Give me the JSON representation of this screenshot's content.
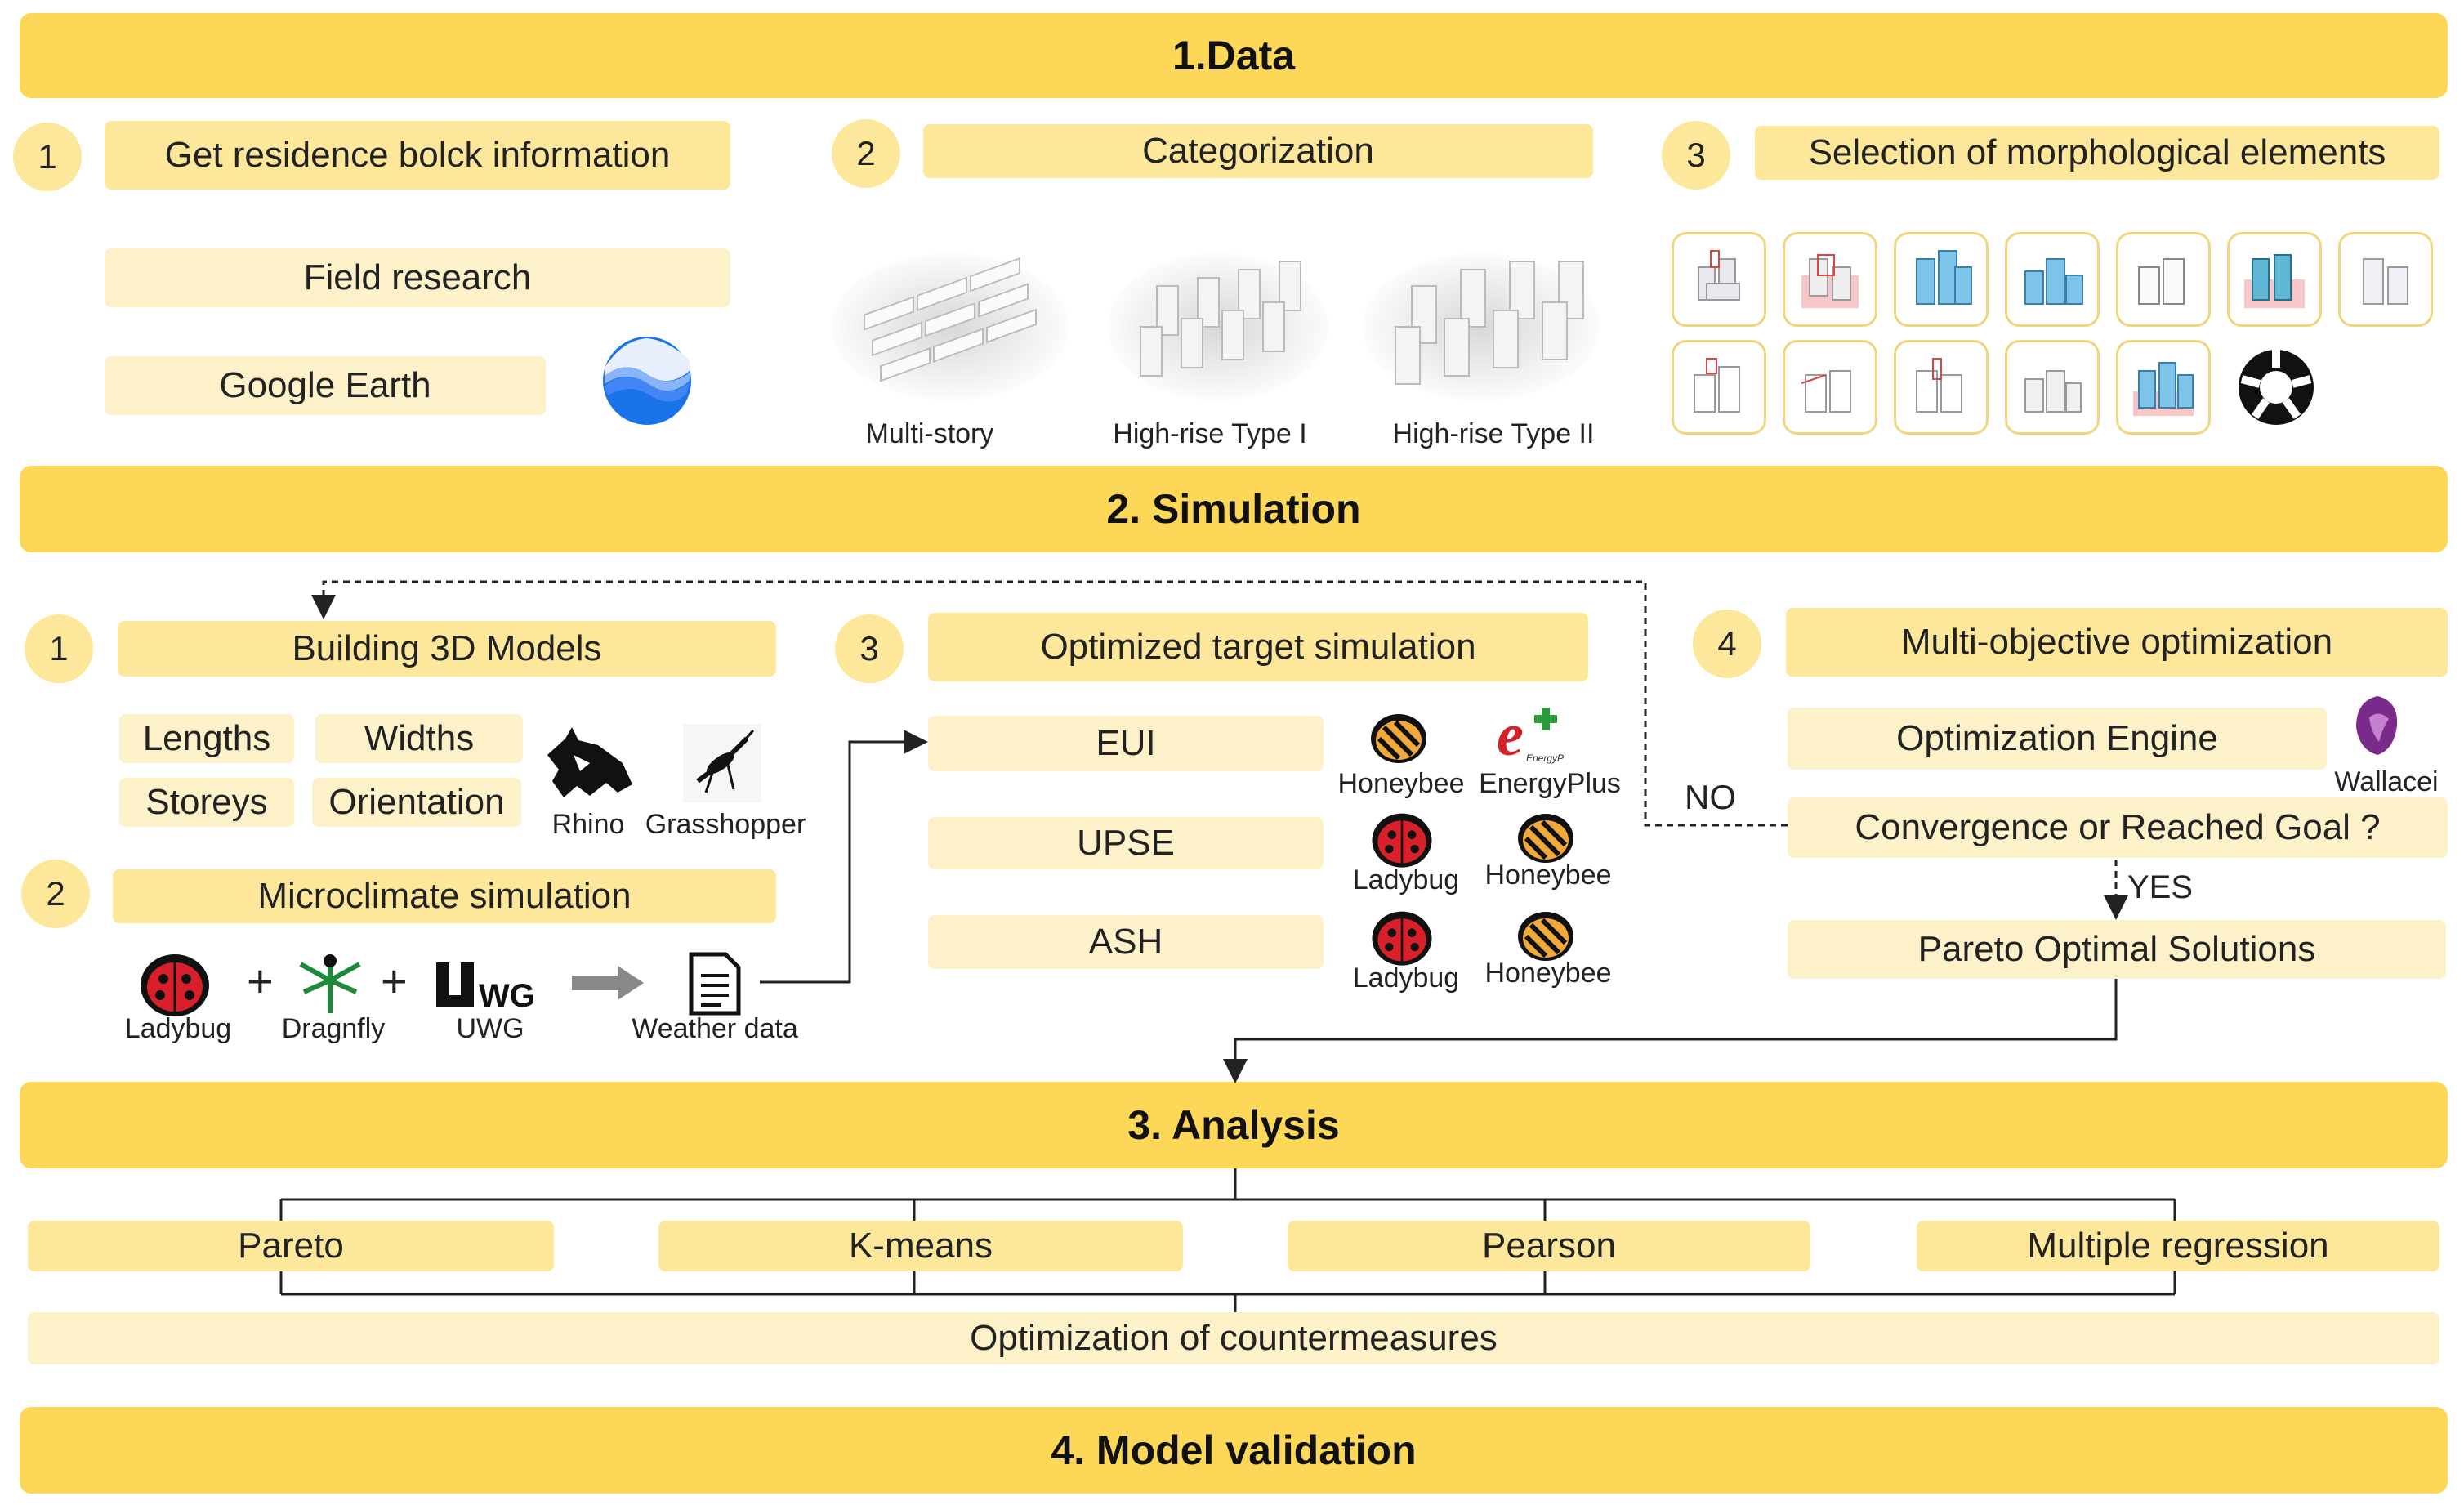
{
  "colors": {
    "banner": "#fcd758",
    "box": "#fde79a",
    "light_box": "#fdf1c9"
  },
  "sections": {
    "data": "1.Data",
    "simulation": "2. Simulation",
    "analysis": "3. Analysis",
    "validation": "4. Model validation"
  },
  "data": {
    "step1": {
      "num": "1",
      "title": "Get residence bolck information",
      "items": [
        "Field research",
        "Google Earth"
      ],
      "icon": "google-earth-icon"
    },
    "step2": {
      "num": "2",
      "title": "Categorization",
      "types": [
        "Multi-story",
        "High-rise Type I",
        "High-rise Type II"
      ]
    },
    "step3": {
      "num": "3",
      "title": "Selection of morphological elements",
      "tile_icons": [
        "block-model-icon",
        "red-block-model-icon",
        "blue-tower-icon",
        "blue-cluster-icon",
        "white-block-icon",
        "teal-tower-icon",
        "gray-block-icon",
        "outline-block-icon",
        "red-outline-block-icon",
        "grid-outline-icon",
        "gray-outline-icon",
        "blue-tower-small-icon",
        "radiance-dial-icon"
      ]
    }
  },
  "simulation": {
    "step1": {
      "num": "1",
      "title": "Building 3D Models",
      "params": [
        "Lengths",
        "Widths",
        "Storeys",
        "Orientation"
      ],
      "tools": [
        "Rhino",
        "Grasshopper"
      ]
    },
    "step2": {
      "num": "2",
      "title": "Microclimate simulation",
      "tools": [
        "Ladybug",
        "Dragnfly",
        "UWG"
      ],
      "output": "Weather data",
      "plus": "+"
    },
    "step3": {
      "num": "3",
      "title": "Optimized target simulation",
      "targets": [
        "EUI",
        "UPSE",
        "ASH"
      ],
      "tools": [
        [
          "Honeybee",
          "EnergyPlus"
        ],
        [
          "Ladybug",
          "Honeybee"
        ],
        [
          "Ladybug",
          "Honeybee"
        ]
      ]
    },
    "step4": {
      "num": "4",
      "title": "Multi-objective optimization",
      "engine": "Optimization Engine",
      "engine_tool": "Wallacei",
      "check": "Convergence or Reached Goal ?",
      "no": "NO",
      "yes": "YES",
      "result": "Pareto Optimal Solutions"
    }
  },
  "analysis": {
    "methods": [
      "Pareto",
      "K-means",
      "Pearson",
      "Multiple regression"
    ],
    "output": "Optimization of countermeasures"
  }
}
